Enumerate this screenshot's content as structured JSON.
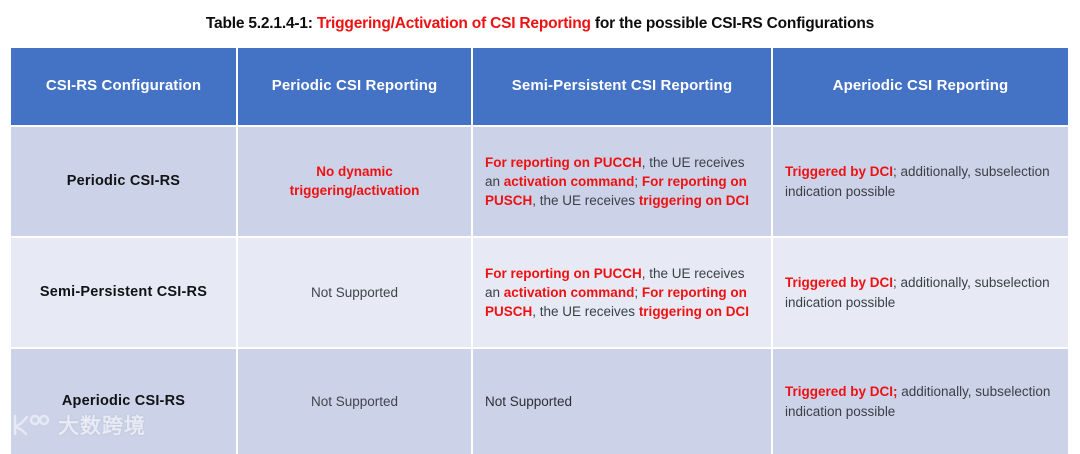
{
  "title": {
    "prefix": "Table 5.2.1.4-1: ",
    "highlight": "Triggering/Activation of CSI Reporting",
    "suffix": " for the possible CSI-RS Configurations"
  },
  "colors": {
    "header_blue": "#4472C4",
    "row_dark": "#CCD3E8",
    "row_light": "#E7EAF5",
    "accent_red": "#EE1111",
    "body_text": "#2B2F36"
  },
  "table": {
    "headers": [
      "CSI-RS Configuration",
      "Periodic CSI Reporting",
      "Semi-Persistent CSI Reporting",
      "Aperiodic CSI Reporting"
    ],
    "rows": [
      {
        "config": "Periodic CSI-RS",
        "periodic": "No dynamic triggering/activation",
        "semi_persistent": [
          {
            "text": "For reporting on PUCCH",
            "red": true
          },
          {
            "text": ", the UE receives an ",
            "red": false
          },
          {
            "text": "activation command",
            "red": true
          },
          {
            "text": "; ",
            "red": false
          },
          {
            "text": "For reporting on PUSCH",
            "red": true
          },
          {
            "text": ", the UE receives ",
            "red": false
          },
          {
            "text": "triggering on DCI",
            "red": true
          }
        ],
        "aperiodic": [
          {
            "text": "Triggered by DCI",
            "red": true
          },
          {
            "text": "; additionally, subselection indication possible",
            "red": false
          }
        ]
      },
      {
        "config": "Semi-Persistent CSI-RS",
        "periodic": "Not Supported",
        "semi_persistent": [
          {
            "text": "For reporting on PUCCH",
            "red": true
          },
          {
            "text": ", the UE receives an ",
            "red": false
          },
          {
            "text": "activation command",
            "red": true
          },
          {
            "text": "; ",
            "red": false
          },
          {
            "text": "For reporting on PUSCH",
            "red": true
          },
          {
            "text": ", the UE receives ",
            "red": false
          },
          {
            "text": "triggering on DCI",
            "red": true
          }
        ],
        "aperiodic": [
          {
            "text": "Triggered by DCI",
            "red": true
          },
          {
            "text": "; additionally, subselection indication possible",
            "red": false
          }
        ]
      },
      {
        "config": "Aperiodic CSI-RS",
        "periodic": "Not Supported",
        "semi_persistent_plain": "Not Supported",
        "aperiodic": [
          {
            "text": "Triggered by DCI;",
            "red": true
          },
          {
            "text": " additionally, subselection indication possible",
            "red": false
          }
        ]
      }
    ]
  },
  "watermark": {
    "text": "大数跨境",
    "logo_label": "K100"
  }
}
